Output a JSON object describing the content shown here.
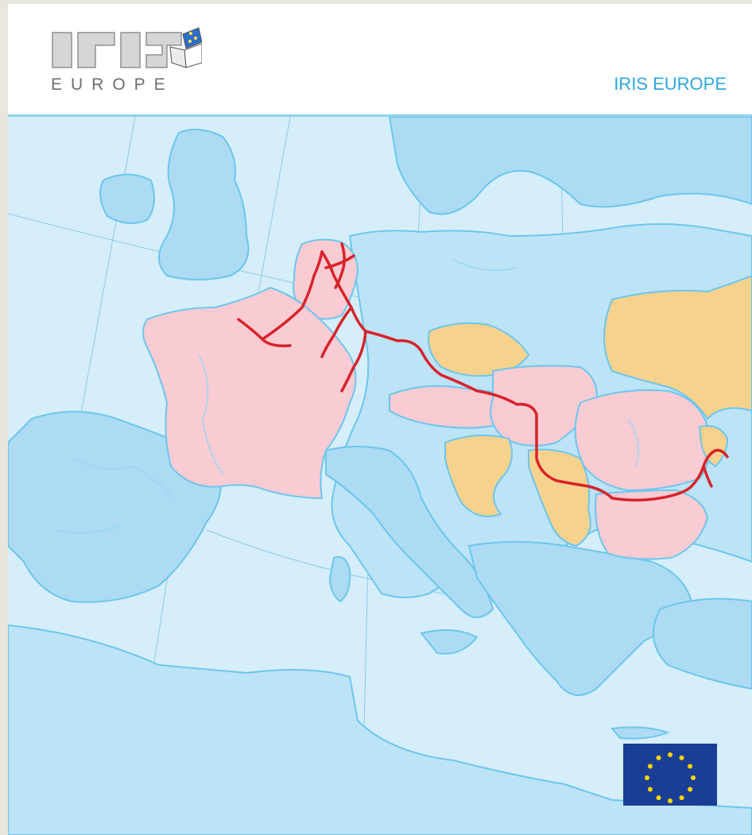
{
  "header": {
    "logo_wordmark": "IRIS",
    "logo_subtitle": "EUROPE",
    "title": "IRIS EUROPE"
  },
  "map": {
    "colors": {
      "sea": "#d6eefa",
      "land": "#bde3f6",
      "land_alt": "#acdbf3",
      "border": "#6cc6ee",
      "member_state": "#f9cbd3",
      "observer_state": "#f7d28c",
      "route": "#d8232a"
    },
    "icons": [
      "iris-logo-icon",
      "eu-flag-icon"
    ]
  },
  "flag": {
    "colors": {
      "field": "#1a3e96",
      "stars": "#ffd600"
    },
    "star_count": 12
  }
}
